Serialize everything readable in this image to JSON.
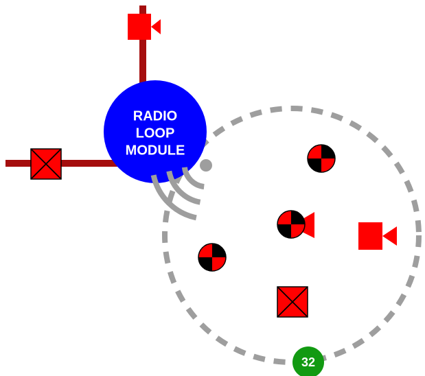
{
  "module": {
    "label_lines": [
      "RADIO",
      "LOOP",
      "MODULE"
    ],
    "color": "#0000FF",
    "text_color": "#FFFFFF"
  },
  "wiring": {
    "color": "#A50E0E"
  },
  "wireless_zone": {
    "border_color": "#9E9E9E",
    "signal_color": "#9E9E9E",
    "device_count": "32",
    "count_badge_color": "#129A12",
    "count_text_color": "#FFFFFF"
  },
  "devices": {
    "device_color": "#FF0000",
    "device_dark": "#000000",
    "wired": [
      {
        "name": "wired-camera",
        "icon": "video-camera-icon"
      },
      {
        "name": "wired-cross-box",
        "icon": "x-box-icon"
      }
    ],
    "wireless": [
      {
        "name": "wireless-detector-1",
        "icon": "quadrant-detector-icon"
      },
      {
        "name": "wireless-camera-detector",
        "icon": "detector-camera-icon"
      },
      {
        "name": "wireless-camera",
        "icon": "video-camera-icon"
      },
      {
        "name": "wireless-detector-2",
        "icon": "quadrant-detector-icon"
      },
      {
        "name": "wireless-cross-box",
        "icon": "x-box-icon"
      }
    ]
  }
}
